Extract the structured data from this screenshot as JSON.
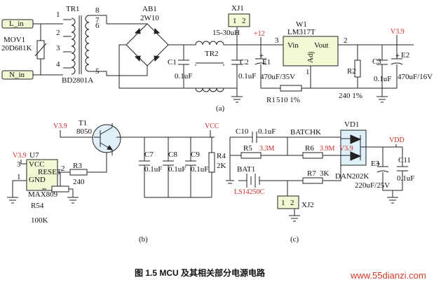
{
  "figure": {
    "caption": "图 1.5    MCU 及其相关部分电源电路",
    "watermark": "www.55dianzi.com"
  },
  "panel_a": {
    "sub_label": "(a)",
    "inputs": {
      "line": "L_in",
      "neutral": "N_in"
    },
    "varistor": {
      "ref": "MOV1",
      "value": "20D681K"
    },
    "transformer": {
      "ref": "TR1",
      "part": "BD2801A",
      "pins": [
        "1",
        "2",
        "3",
        "4",
        "5",
        "6",
        "7",
        "8"
      ]
    },
    "bridge": {
      "ref": "AB1",
      "part": "2W10"
    },
    "choke": {
      "ref": "TR2"
    },
    "capacitors": [
      {
        "ref": "C1",
        "value": "0.1uF"
      },
      {
        "ref": "C2",
        "value": "0.1uF"
      },
      {
        "ref": "E1",
        "value": "470uF/35V"
      },
      {
        "ref": "C3",
        "value": "0.1uF"
      },
      {
        "ref": "E2",
        "value": "470uF/16V"
      }
    ],
    "connector": {
      "ref": "XJ1",
      "note": "15-30uH",
      "pins": [
        "1",
        "2"
      ]
    },
    "rails": {
      "v12": "+12",
      "v39": "V3.9"
    },
    "regulator": {
      "ref": "W1",
      "part": "LM317T",
      "vin": "Vin",
      "vout": "Vout",
      "adj": "Adj",
      "pin_in": "3",
      "pin_out": "2",
      "pin_adj": "1"
    },
    "resistors": [
      {
        "ref": "R1",
        "value": "510 1%"
      },
      {
        "ref": "R2",
        "value": "240 1%"
      }
    ]
  },
  "panel_b": {
    "sub_label": "(b)",
    "supply": "V3.9",
    "supply_u7": "V3.9",
    "transistor": {
      "ref": "T1",
      "part": "8050"
    },
    "vcc": "VCC",
    "capacitors": [
      {
        "ref": "C7",
        "value": "0.1uF"
      },
      {
        "ref": "C8",
        "value": "0.1uF"
      },
      {
        "ref": "C9",
        "value": "0.1uF"
      }
    ],
    "r4": {
      "ref": "R4",
      "value": "2K"
    },
    "r3": {
      "ref": "R3",
      "value": "240"
    },
    "ic": {
      "ref": "U7",
      "part": "MAX809",
      "vcc": "VCC",
      "reset": "RESET",
      "gnd": "GND",
      "pins": [
        "3",
        "2",
        "1"
      ]
    },
    "r54": {
      "ref": "R54",
      "value": "100K"
    }
  },
  "panel_c": {
    "sub_label": "(c)",
    "c10": {
      "ref": "C10",
      "value": "0.1uF"
    },
    "batchk": "BATCHK",
    "vd1": {
      "ref": "VD1",
      "part": "DAN202K"
    },
    "v39": "V3.9",
    "vdd": "VDD",
    "r5": {
      "ref": "R5",
      "value": "3.3M"
    },
    "r6": {
      "ref": "R6",
      "value": "3.9M"
    },
    "r7": {
      "ref": "R7",
      "value": "3K"
    },
    "battery": {
      "ref": "BAT1",
      "part": "LS14250C"
    },
    "e3": {
      "ref": "E3",
      "value": "220uF/25V"
    },
    "c11": {
      "ref": "C11",
      "value": "0.1uF"
    },
    "xj2": {
      "ref": "XJ2",
      "pins": [
        "1",
        "2"
      ]
    }
  }
}
